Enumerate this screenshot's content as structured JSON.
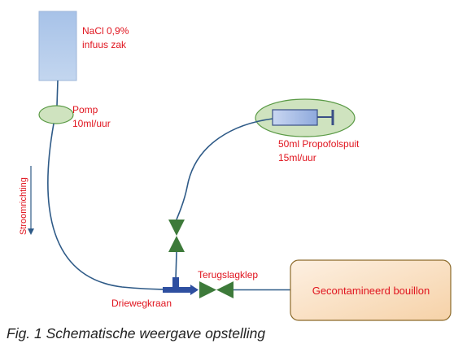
{
  "diagram": {
    "labels": {
      "bag_line1": "NaCl 0,9%",
      "bag_line2": "infuus zak",
      "pump_line1": "Pomp",
      "pump_line2": "10ml/uur",
      "syringe_line1": "50ml Propofolspuit",
      "syringe_line2": "15ml/uur",
      "flow_direction": "Stroomrichting",
      "check_valve": "Terugslagklep",
      "three_way_valve": "Driewegkraan",
      "bouillon": "Gecontamineerd bouillon"
    },
    "caption": "Fig. 1 Schematische weergave opstelling",
    "colors": {
      "label_red": "#e0141e",
      "tube": "#2e5a87",
      "bag_fill": "#a9c4e8",
      "ellipse_fill": "#cfe3bf",
      "ellipse_stroke": "#5a9a45",
      "valve_green": "#3d7a3a",
      "stopcock_blue": "#2e4fa0",
      "bouillon_fill": "#fbe5cf",
      "bouillon_stroke": "#8c6a2a"
    }
  }
}
